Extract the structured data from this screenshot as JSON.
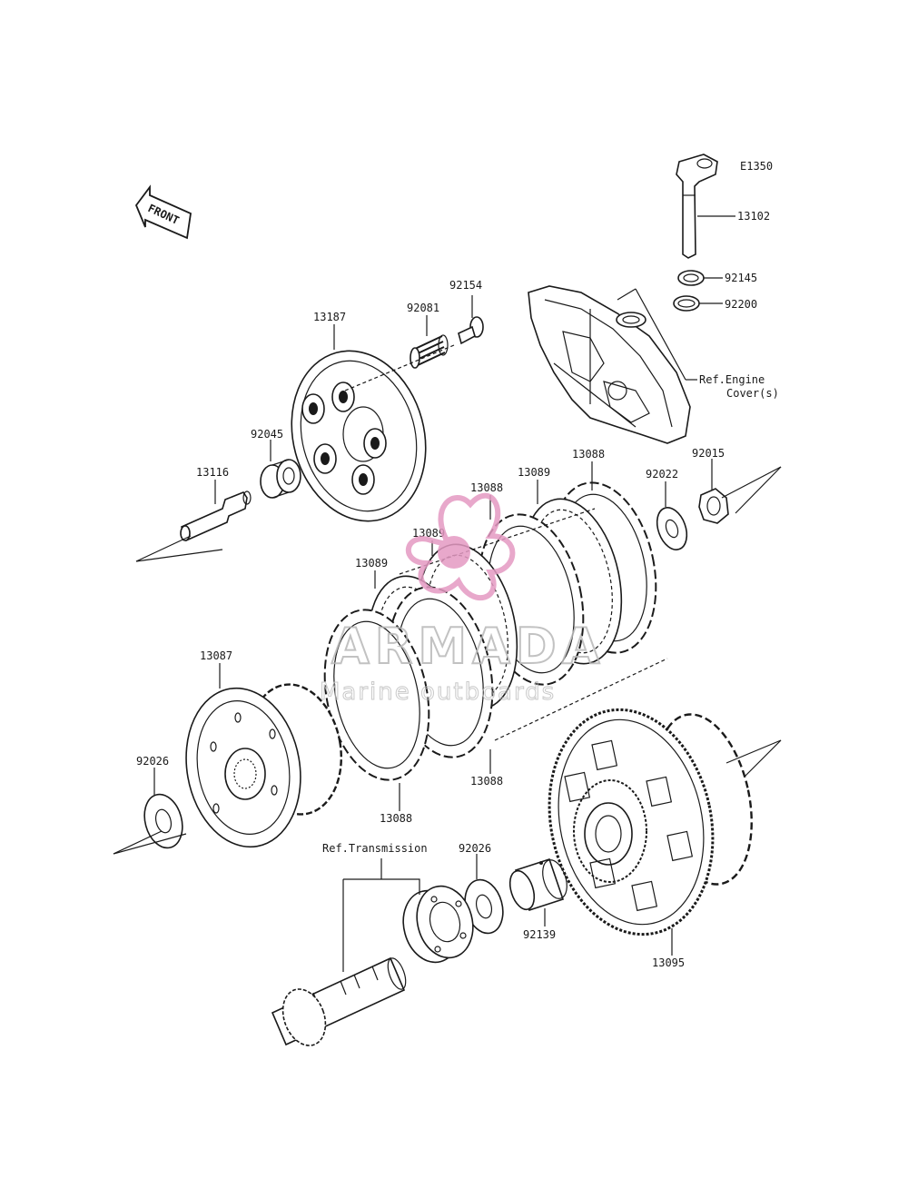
{
  "diagram_code": "E1350",
  "front_label": "FRONT",
  "watermark": {
    "brand": "ARMADA",
    "sub": "Marine outboards",
    "color": "#e59ac3"
  },
  "parts": {
    "p13102": "13102",
    "p92145": "92145",
    "p92200": "92200",
    "p92154": "92154",
    "p92081": "92081",
    "p13187": "13187",
    "p92045": "92045",
    "p13116": "13116",
    "p13088_a": "13088",
    "p13089_a": "13089",
    "p13088_b": "13088",
    "p13089_b": "13089",
    "p13089_c": "13089",
    "p92022": "92022",
    "p92015": "92015",
    "p13087": "13087",
    "p92026_a": "92026",
    "p13088_c": "13088",
    "p13088_d": "13088",
    "p92026_b": "92026",
    "p92139": "92139",
    "p13095": "13095"
  },
  "refs": {
    "engine_line1": "Ref.Engine",
    "engine_line2": "Cover(s)",
    "transmission": "Ref.Transmission"
  }
}
